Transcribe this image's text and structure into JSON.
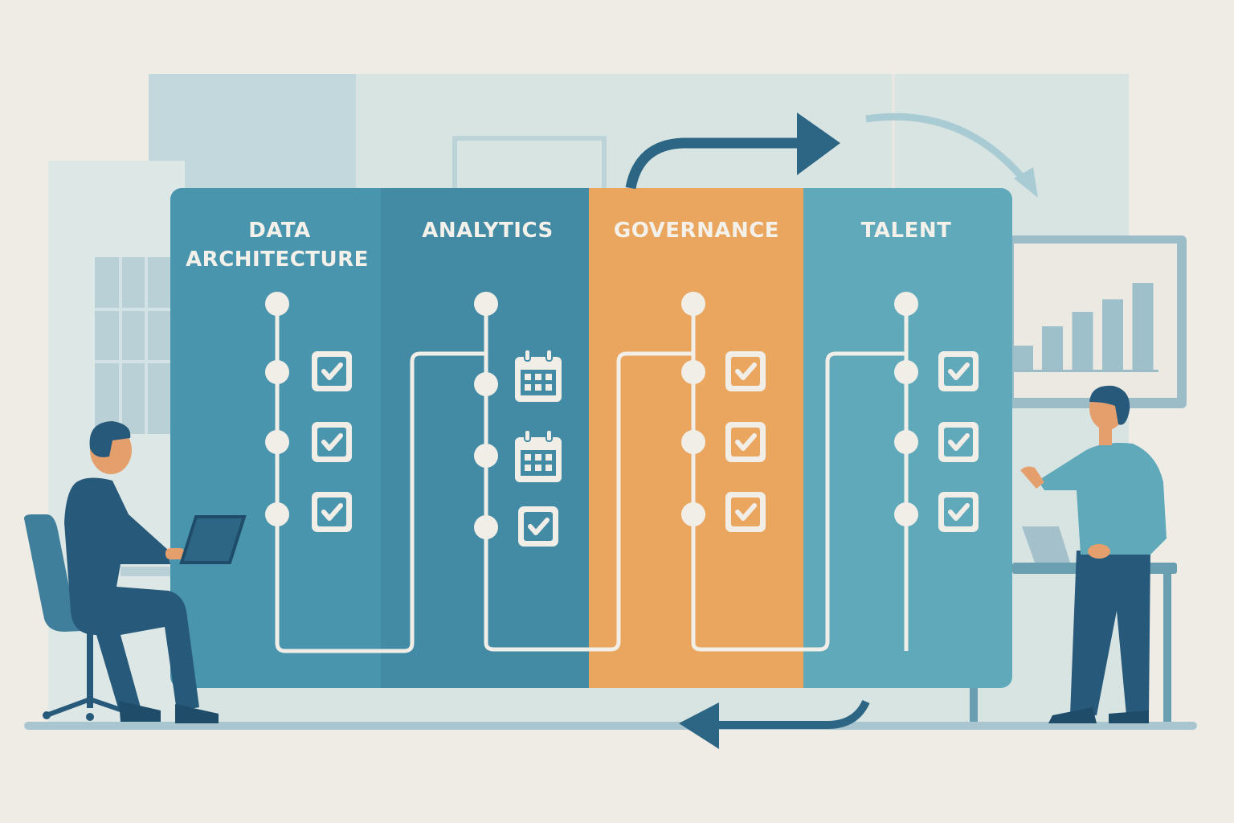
{
  "title": "Data strategy pillars roadmap",
  "colors": {
    "background": "#efece5",
    "col_data_architecture": "#4a95ae",
    "col_analytics": "#438aa4",
    "col_governance": "#eaa65f",
    "col_talent": "#5fa9bb",
    "line": "#f1eee8",
    "arrow_dark": "#2c6684",
    "arrow_light": "#a9cbd4"
  },
  "columns": [
    {
      "title_lines": [
        "DATA",
        "ARCHITECTURE"
      ],
      "color": "#4a95ae",
      "milestones": [
        "start",
        "check",
        "check",
        "check"
      ]
    },
    {
      "title_lines": [
        "ANALYTICS"
      ],
      "color": "#438aa4",
      "milestones": [
        "start",
        "calendar",
        "calendar",
        "check"
      ]
    },
    {
      "title_lines": [
        "GOVERNANCE"
      ],
      "color": "#eaa65f",
      "milestones": [
        "start",
        "check",
        "check",
        "check"
      ]
    },
    {
      "title_lines": [
        "TALENT"
      ],
      "color": "#5fa9bb",
      "milestones": [
        "start",
        "check",
        "check",
        "check"
      ]
    }
  ],
  "people": [
    {
      "role": "seated-worker-with-laptop"
    },
    {
      "role": "standing-presenter"
    }
  ],
  "wall_chart": {
    "bars": [
      0.25,
      0.45,
      0.6,
      0.73,
      0.9
    ]
  }
}
